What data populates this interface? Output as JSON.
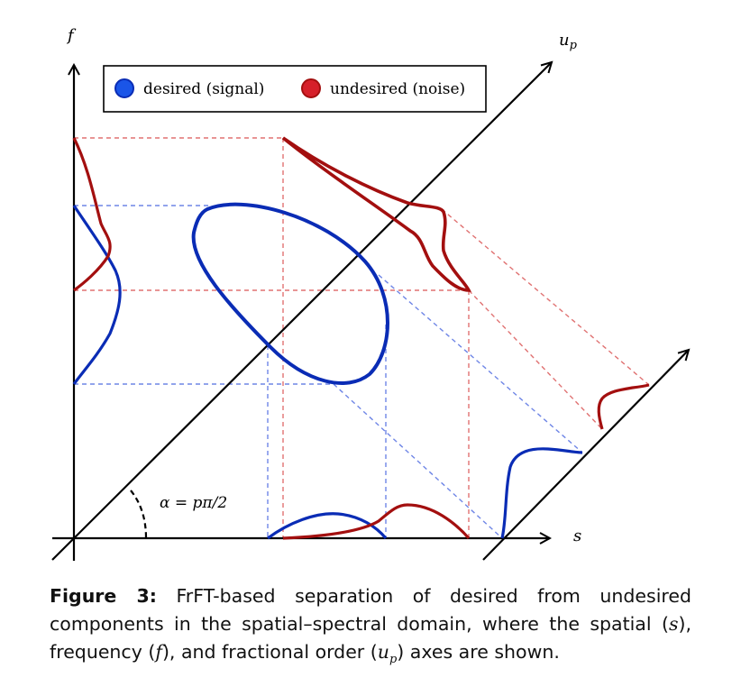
{
  "axes": {
    "f": "f",
    "s": "s",
    "up": "u",
    "up_sub": "p"
  },
  "angle_label": "α = pπ/2",
  "legend": {
    "desired": "desired (signal)",
    "undesired": "undesired (noise)"
  },
  "colors": {
    "desired": "#0a2cb5",
    "undesired": "#a30f0f",
    "desired_dashed": "#6f86e6",
    "undesired_dashed": "#e07272"
  },
  "caption": {
    "label": "Figure 3:",
    "text_1": " FrFT-based separation of desired from undesired components in the spatial–spectral domain, where the spatial (",
    "math_s": "s",
    "text_2": "), frequency (",
    "math_f": "f",
    "text_3": "), and fractional order (",
    "math_up": "u",
    "math_up_sub": "p",
    "text_4": ") axes are shown."
  }
}
